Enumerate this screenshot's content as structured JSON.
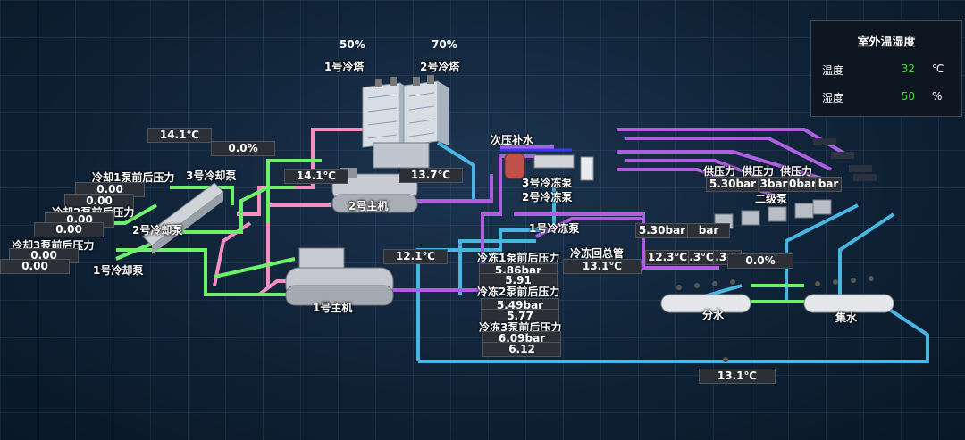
{
  "weather_panel": {
    "title": "室外温湿度",
    "temperature_label": "温度",
    "temperature_value": "32",
    "temperature_unit": "℃",
    "humidity_label": "湿度",
    "humidity_value": "50",
    "humidity_unit": "%"
  },
  "towers": {
    "tower1_pct": "50%",
    "tower1_name": "1号冷塔",
    "tower2_pct": "70%",
    "tower2_name": "2号冷塔"
  },
  "chillers": {
    "chiller1": "1号主机",
    "chiller2": "2号主机"
  },
  "cooling_pumps": {
    "pump1": "1号冷却泵",
    "pump2": "2号冷却泵",
    "pump3": "3号冷却泵"
  },
  "chilled_pumps": {
    "pump1": "1号冷冻泵",
    "pump2": "2号冷冻泵",
    "pump3": "3号冷冻泵"
  },
  "makeup_water": "次压补水",
  "secondary_pump": "二级泵",
  "supply_pressure_label": "供压力",
  "dist": {
    "supply": "分水",
    "collect": "集水"
  },
  "return_main_label": "冷冻回总管",
  "cooling_pump_pressures": [
    {
      "label": "冷却1泵前后压力",
      "front": "0.00",
      "back": "0.00"
    },
    {
      "label": "冷却2泵前后压力",
      "front": "0.00",
      "back": "0.00"
    },
    {
      "label": "冷却3泵前后压力",
      "front": "0.00",
      "back": "0.00"
    }
  ],
  "chilled_pump_pressures": [
    {
      "label": "冷冻1泵前后压力",
      "front": "5.86bar",
      "back": "5.91"
    },
    {
      "label": "冷冻2泵前后压力",
      "front": "5.49bar",
      "back": "5.77"
    },
    {
      "label": "冷冻3泵前后压力",
      "front": "6.09bar",
      "back": "6.12"
    }
  ],
  "readings": {
    "cooling_return_temp": "14.1℃",
    "cooling_valve_pct": "0.0%",
    "chiller2_inlet_temp": "14.1℃",
    "chiller2_outlet_temp": "13.7℃",
    "chiller1_temp": "12.1℃",
    "return_main_temp": "13.1℃",
    "secondary_pressure_1": "5.30bar",
    "secondary_pressure_2": "3bar",
    "secondary_pressure_3": "0bar",
    "secondary_pressure_4": "bar",
    "dist_pressure_1": "5.30bar",
    "dist_pressure_2": "bar",
    "dist_temp_1": "12.3℃",
    "dist_temp_2": ".3℃",
    "dist_temp_3": ".3℃",
    "bypass_pct": "0.0%",
    "bottom_temp": "13.1℃"
  },
  "colors": {
    "cooling_pipe": "#6ff06a",
    "condenser_pipe": "#f48fc0",
    "chilled_pipe": "#b05ee0",
    "return_pipe": "#48b6e0",
    "value_green": "#4fd14f"
  }
}
